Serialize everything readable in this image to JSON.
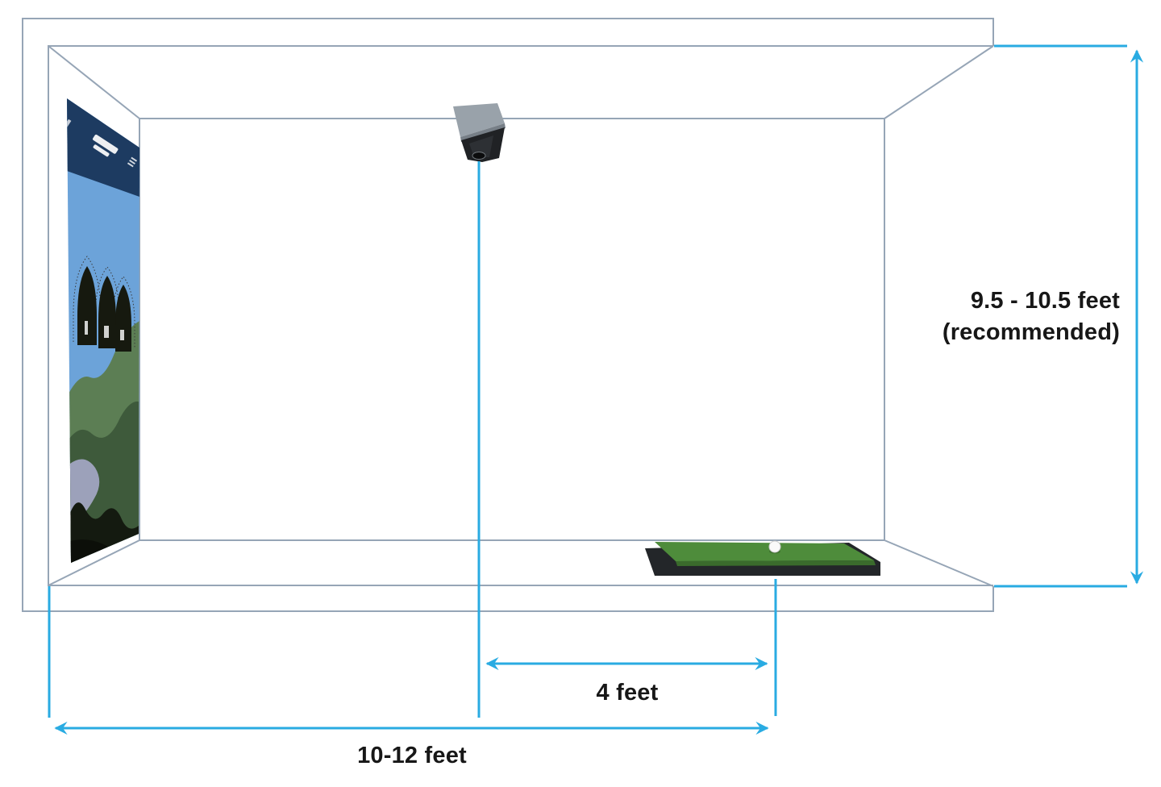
{
  "diagram": {
    "type": "golf-simulator-room-setup",
    "labels": {
      "ceiling_height_line1": "9.5 - 10.5 feet",
      "ceiling_height_line2": "(recommended)",
      "camera_to_ball": "4 feet",
      "room_depth": "10-12 feet"
    },
    "objects": {
      "screen": "impact-screen-with-golf-course-graphic",
      "camera": "ceiling-mounted-camera-unit",
      "mat": "golf-hitting-mat",
      "ball": "golf-ball"
    }
  },
  "colors": {
    "dimension_blue": "#29ABE2",
    "wireframe_gray": "#96A5B6",
    "label_text": "#171717",
    "screen_header_navy": "#1D3B61",
    "screen_sky_blue": "#6CA3D9",
    "mat_green": "#4E8C3B",
    "mat_base_dark": "#232629"
  }
}
